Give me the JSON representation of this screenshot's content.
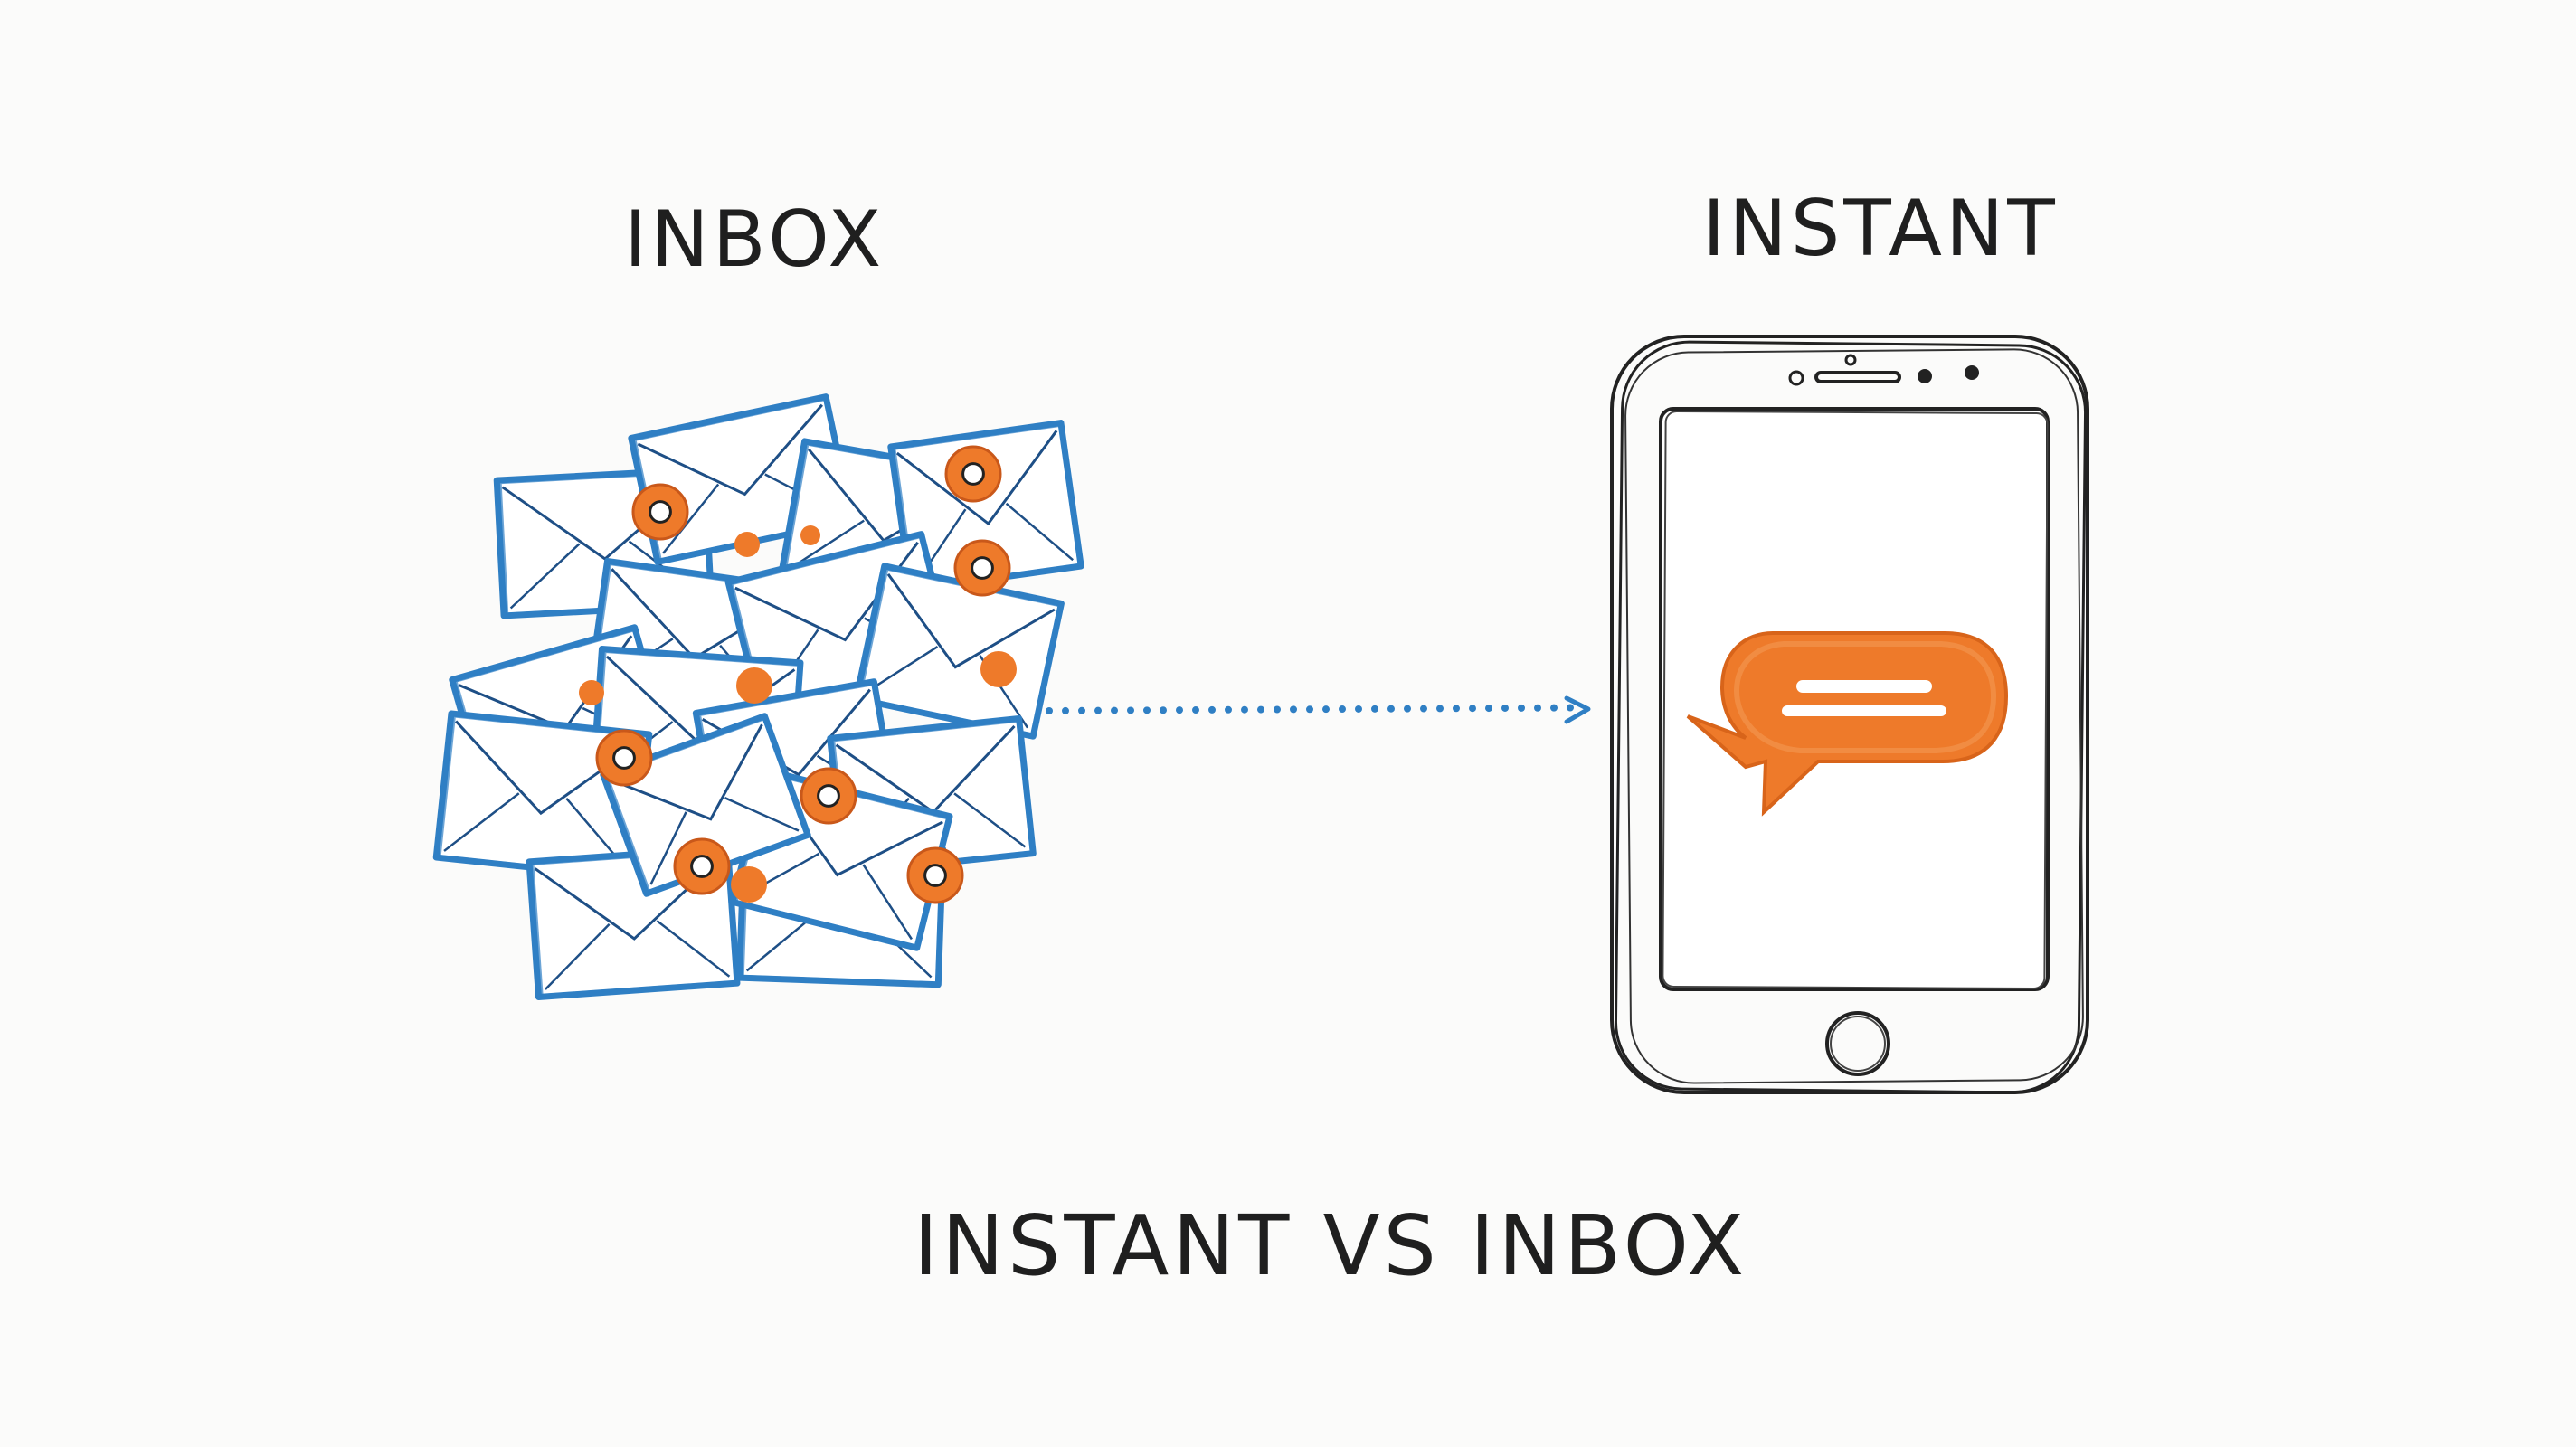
{
  "diagram": {
    "left_label": "INBOX",
    "right_label": "INSTANT",
    "caption": "INSTANT VS INBOX"
  },
  "colors": {
    "envelope_stroke": "#2f7fc4",
    "notification": "#ee7a2a",
    "sketch": "#222222",
    "arrow": "#2f7fc4",
    "bubble": "#ee7a2a",
    "background": "#fbfbfa"
  },
  "icons": {
    "left": "envelope-pile-icon",
    "right": "smartphone-icon",
    "message": "chat-bubble-icon"
  }
}
